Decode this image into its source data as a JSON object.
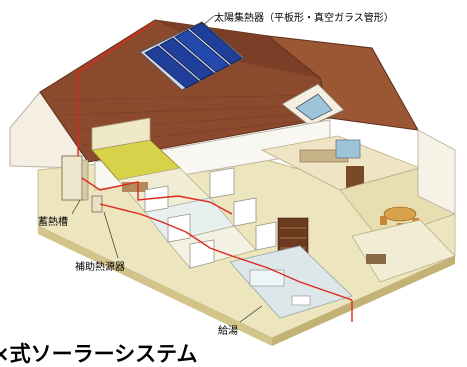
{
  "labels": {
    "solar_collector": "太陽集熱器（平板形・真空ガラス管形）",
    "storage_tank": "蓄熱槽",
    "auxiliary_heater": "補助熱源器",
    "hot_water_supply": "給湯"
  },
  "title": "×式ソーラーシステム",
  "colors": {
    "roof": "#8b4a2e",
    "pipe": "#e0271d",
    "panel": "#1f3f9a",
    "floor": "#e9e2b2",
    "wall": "#f7f5ee",
    "tatami": "#d8d24a"
  }
}
